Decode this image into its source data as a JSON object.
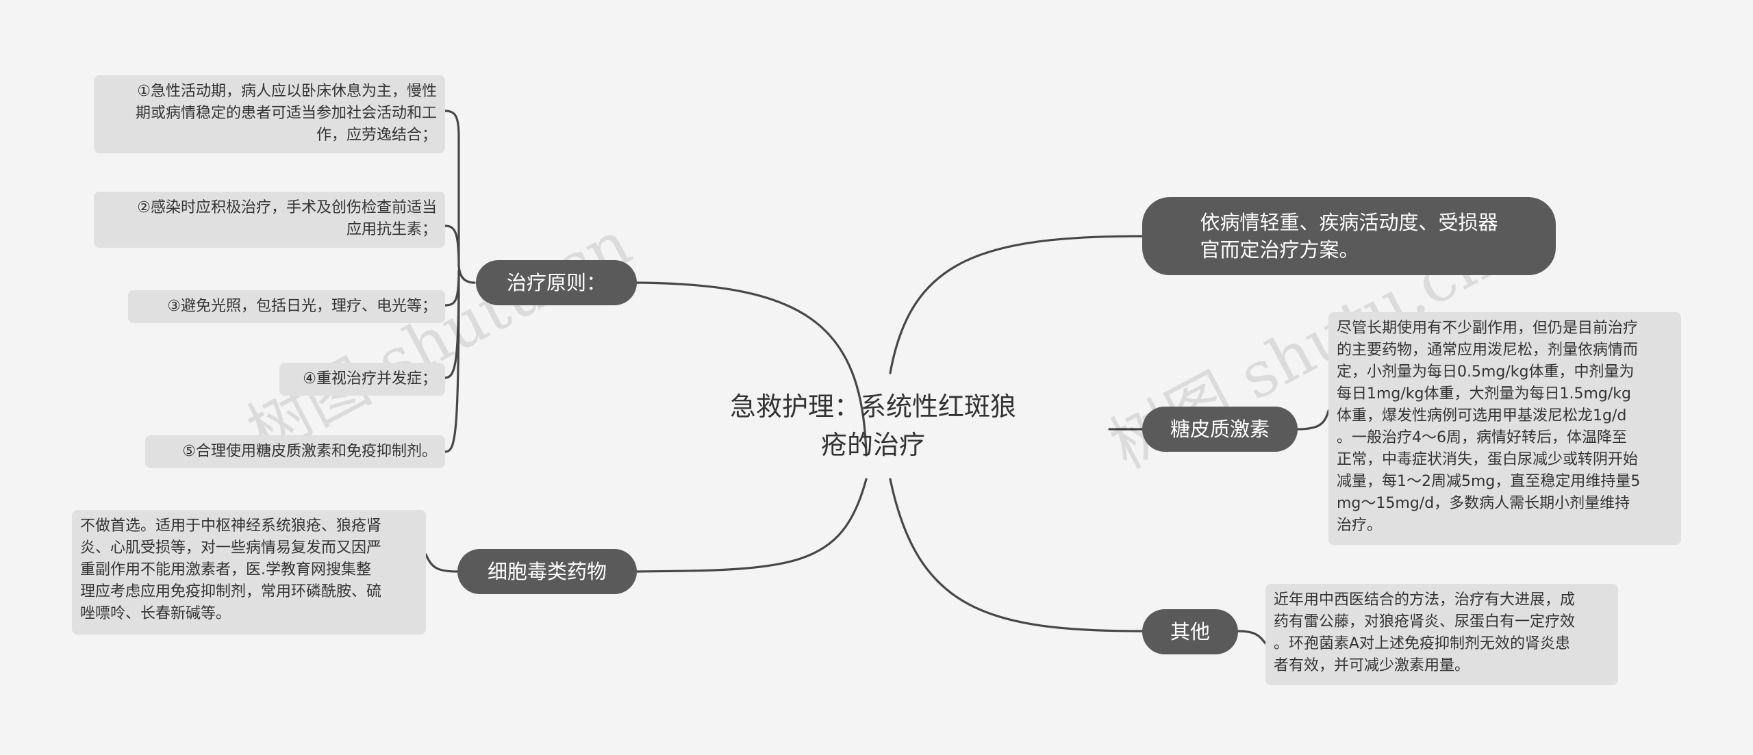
{
  "root": {
    "title": "急救护理：系统性红斑狼\n疮的治疗"
  },
  "branches": {
    "principles": "治疗原则：",
    "cytotoxic": "细胞毒类药物",
    "plan": "依病情轻重、疾病活动度、受损器\n官而定治疗方案。",
    "steroid": "糖皮质激素",
    "other": "其他"
  },
  "leaves": {
    "p1": "①急性活动期，病人应以卧床休息为主，慢性\n期或病情稳定的患者可适当参加社会活动和工\n作，应劳逸结合；",
    "p2": "②感染时应积极治疗，手术及创伤检查前适当\n应用抗生素；",
    "p3": "③避免光照，包括日光，理疗、电光等；",
    "p4": "④重视治疗并发症；",
    "p5": "⑤合理使用糖皮质激素和免疫抑制剂。",
    "cytotoxic": "不做首选。适用于中枢神经系统狼疮、狼疮肾\n炎、心肌受损等，对一些病情易复发而又因严\n重副作用不能用激素者，医.学教育网搜集整\n理应考虑应用免疫抑制剂，常用环磷酰胺、硫\n唑嘌呤、长春新碱等。",
    "steroid": "尽管长期使用有不少副作用，但仍是目前治疗\n的主要药物，通常应用泼尼松，剂量依病情而\n定，小剂量为每日0.5mg/kg体重，中剂量为\n每日1mg/kg体重，大剂量为每日1.5mg/kg\n体重，爆发性病例可选用甲基泼尼松龙1g/d\n。一般治疗4～6周，病情好转后，体温降至\n正常，中毒症状消失，蛋白尿减少或转阴开始\n减量，每1～2周减5mg，直至稳定用维持量5\nmg～15mg/d，多数病人需长期小剂量维持\n治疗。",
    "other": "近年用中西医结合的方法，治疗有大进展，成\n药有雷公藤，对狼疮肾炎、尿蛋白有一定疗效\n。环孢菌素A对上述免疫抑制剂无效的肾炎患\n者有效，并可减少激素用量。"
  },
  "watermarks": {
    "left": "树图 shutu.cn",
    "right": "树图 shutu.cn"
  },
  "colors": {
    "branch_fill": "#5a5a5a",
    "leaf_fill": "#e0e0e0",
    "line": "#474747",
    "background": "#f4f4f4"
  }
}
